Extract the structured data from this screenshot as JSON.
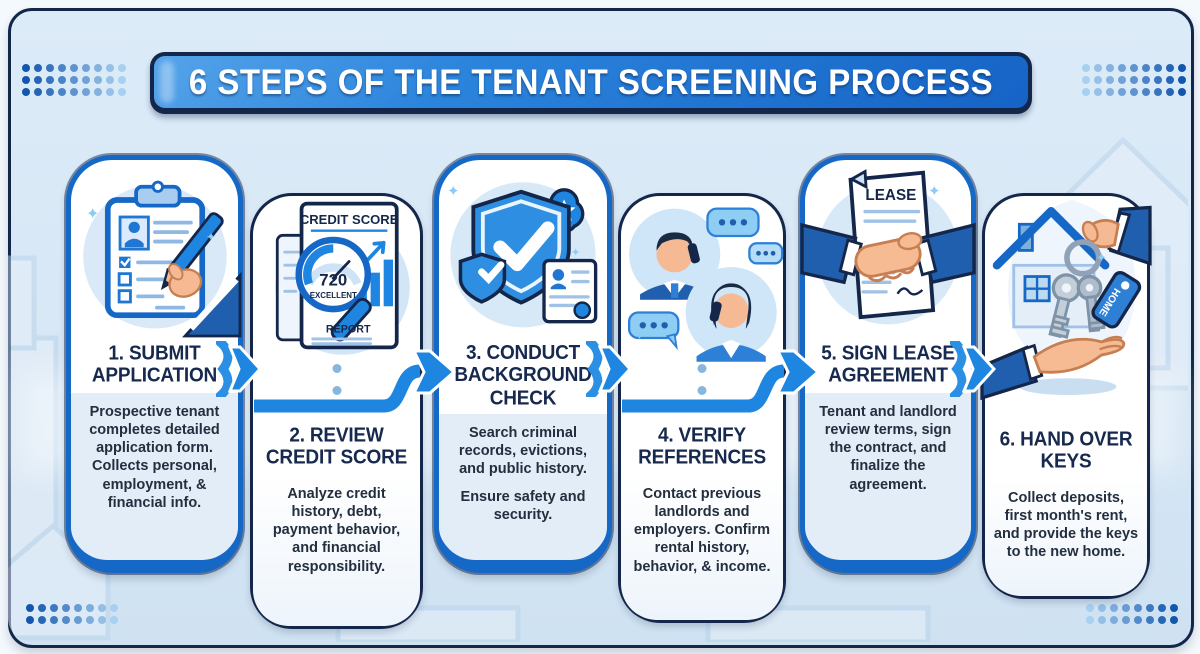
{
  "title": "6 STEPS OF THE TENANT SCREENING PROCESS",
  "steps": [
    {
      "heading": "1. SUBMIT APPLICATION",
      "body": "Prospective tenant completes detailed application form. Collects personal, employment, & financial info.",
      "icon": "clipboard-pen-icon"
    },
    {
      "heading": "2. REVIEW CREDIT SCORE",
      "body": "Analyze credit history, debt, payment behavior, and financial responsibility.",
      "icon": "credit-score-magnifier-icon",
      "icon_labels": {
        "doc_title": "CREDIT SCORE",
        "score": "720",
        "rating": "EXCELLENT",
        "report": "REPORT"
      }
    },
    {
      "heading": "3. CONDUCT BACKGROUND CHECK",
      "body": "Search criminal records, evictions, and public history.",
      "body2": "Ensure safety and security.",
      "icon": "shield-check-icon"
    },
    {
      "heading": "4. VERIFY REFERENCES",
      "body": "Contact previous landlords and employers. Confirm rental history, behavior, & income.",
      "icon": "phone-call-references-icon"
    },
    {
      "heading": "5. SIGN LEASE AGREEMENT",
      "body": "Tenant and landlord review terms, sign the contract, and finalize the agreement.",
      "icon": "lease-handshake-icon",
      "icon_labels": {
        "doc_title": "LEASE"
      }
    },
    {
      "heading": "6. HAND OVER KEYS",
      "body": "Collect deposits, first month's rent, and provide the keys to the new home.",
      "icon": "house-keys-icon",
      "icon_labels": {
        "tag": "HOME"
      }
    }
  ],
  "decor": {
    "dot_color_dark": "#1356ad",
    "dot_color_light": "#a8d0f0",
    "accent_blue": "#1e86e0",
    "card_border_blue": "#1668c7",
    "outline_navy": "#14274a",
    "panel_background": "#d9e8f6",
    "heading_color": "#17294e"
  }
}
